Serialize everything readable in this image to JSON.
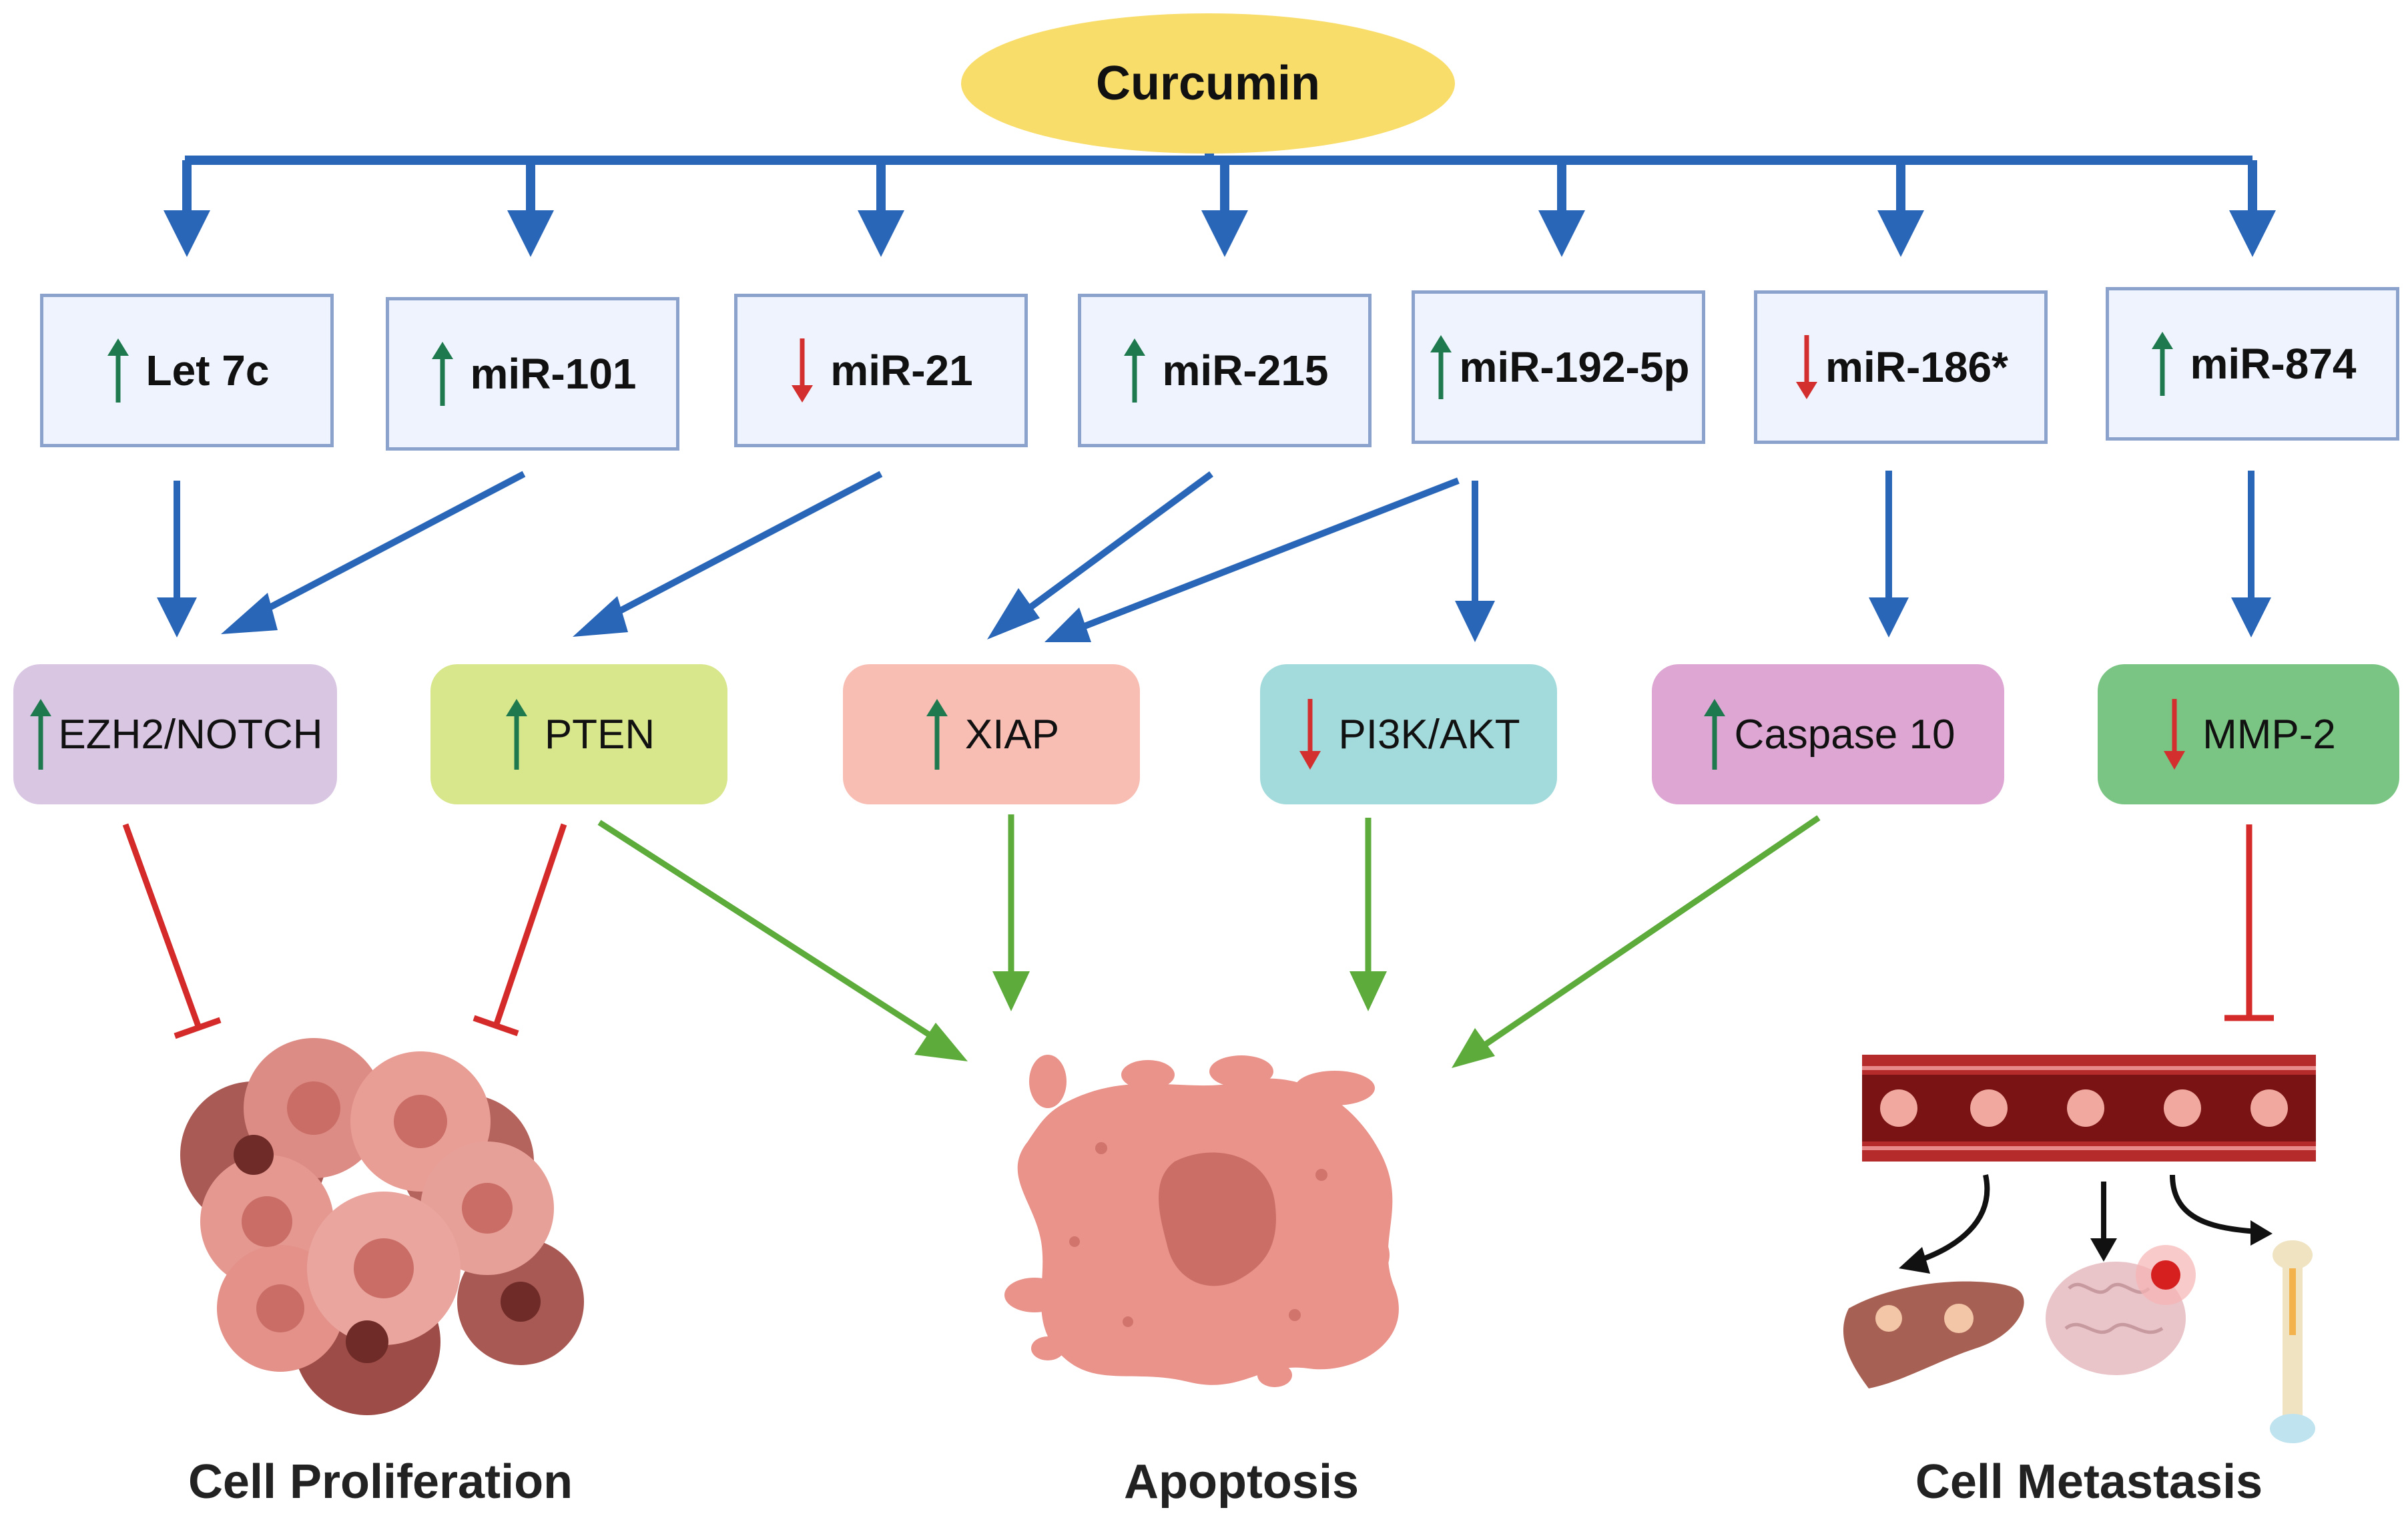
{
  "regulator": {
    "label": "Curcumin",
    "color": "#f9dd6a"
  },
  "mirnas": [
    {
      "id": "let7c",
      "label": "Let 7c",
      "direction": "up"
    },
    {
      "id": "mir101",
      "label": "miR-101",
      "direction": "up"
    },
    {
      "id": "mir21",
      "label": "miR-21",
      "direction": "down"
    },
    {
      "id": "mir215",
      "label": "miR-215",
      "direction": "up"
    },
    {
      "id": "mir1925p",
      "label": "miR-192-5p",
      "direction": "up"
    },
    {
      "id": "mir186",
      "label": "miR-186*",
      "direction": "down"
    },
    {
      "id": "mir874",
      "label": "miR-874",
      "direction": "up"
    }
  ],
  "targets": [
    {
      "id": "ezh2",
      "label": "EZH2/NOTCH",
      "direction": "up",
      "color": "#d9c6e3"
    },
    {
      "id": "pten",
      "label": "PTEN",
      "direction": "up",
      "color": "#d8e68c"
    },
    {
      "id": "xiap",
      "label": "XIAP",
      "direction": "up",
      "color": "#f8bdb3"
    },
    {
      "id": "pi3k",
      "label": "PI3K/AKT",
      "direction": "down",
      "color": "#a3dbdc"
    },
    {
      "id": "casp10",
      "label": "Caspase 10",
      "direction": "up",
      "color": "#dea6d3"
    },
    {
      "id": "mmp2",
      "label": "MMP-2",
      "direction": "down",
      "color": "#7ac583"
    }
  ],
  "outcomes": [
    {
      "id": "proliferation",
      "label": "Cell Proliferation"
    },
    {
      "id": "apoptosis",
      "label": "Apoptosis"
    },
    {
      "id": "metastasis",
      "label": "Cell Metastasis"
    }
  ],
  "edges": {
    "mirna_to_target": [
      [
        "let7c",
        "ezh2"
      ],
      [
        "mir101",
        "ezh2"
      ],
      [
        "mir21",
        "pten"
      ],
      [
        "mir215",
        "xiap"
      ],
      [
        "mir1925p",
        "xiap"
      ],
      [
        "mir1925p",
        "pi3k"
      ],
      [
        "mir186",
        "casp10"
      ],
      [
        "mir874",
        "mmp2"
      ]
    ],
    "inhibits": [
      [
        "ezh2",
        "proliferation"
      ],
      [
        "pten",
        "proliferation"
      ],
      [
        "mmp2",
        "metastasis"
      ]
    ],
    "promotes": [
      [
        "pten",
        "apoptosis"
      ],
      [
        "xiap",
        "apoptosis"
      ],
      [
        "pi3k",
        "apoptosis"
      ],
      [
        "casp10",
        "apoptosis"
      ]
    ]
  },
  "colors": {
    "up_arrow": "#1e7a4e",
    "down_arrow": "#d32f2f",
    "regulation_edge": "#2a66b8",
    "promote_edge": "#5cab3b",
    "inhibit_edge": "#d42a2a",
    "mirna_fill": "#eef3fd",
    "mirna_border": "#8aa2cc"
  },
  "icons": {
    "proliferation": "cell-cluster-illustration",
    "apoptosis": "apoptotic-cell-illustration",
    "metastasis": "blood-vessel-liver-brain-bone-illustration"
  }
}
